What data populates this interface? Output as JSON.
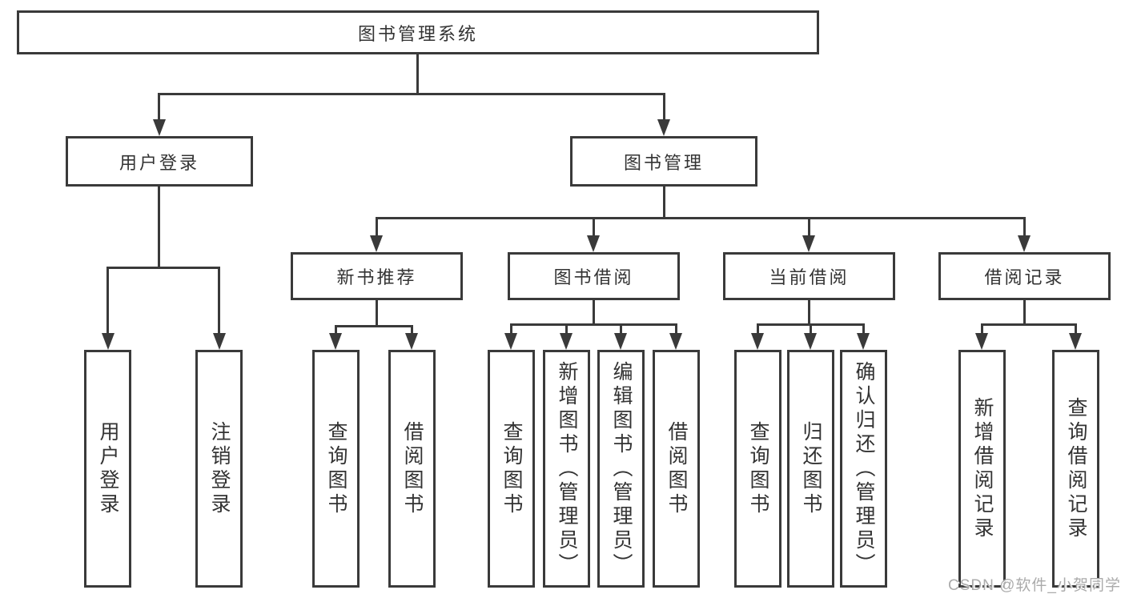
{
  "diagram": {
    "root": {
      "label": "图书管理系统"
    },
    "level2": [
      {
        "label": "用户登录"
      },
      {
        "label": "图书管理"
      }
    ],
    "level3": [
      {
        "label": "新书推荐"
      },
      {
        "label": "图书借阅"
      },
      {
        "label": "当前借阅"
      },
      {
        "label": "借阅记录"
      }
    ],
    "leaves": [
      {
        "label": "用户登录"
      },
      {
        "label": "注销登录"
      },
      {
        "label": "查询图书"
      },
      {
        "label": "借阅图书"
      },
      {
        "label": "查询图书"
      },
      {
        "label": "新增图书（管理员）"
      },
      {
        "label": "编辑图书（管理员）"
      },
      {
        "label": "借阅图书"
      },
      {
        "label": "查询图书"
      },
      {
        "label": "归还图书"
      },
      {
        "label": "确认归还（管理员）"
      },
      {
        "label": "新增借阅记录"
      },
      {
        "label": "查询借阅记录"
      }
    ],
    "line_color": "#3a3a3a",
    "text_color": "#333333",
    "background_color": "#ffffff"
  },
  "watermark": {
    "text": "CSDN @软件_小贺同学",
    "color": "#ababab"
  }
}
